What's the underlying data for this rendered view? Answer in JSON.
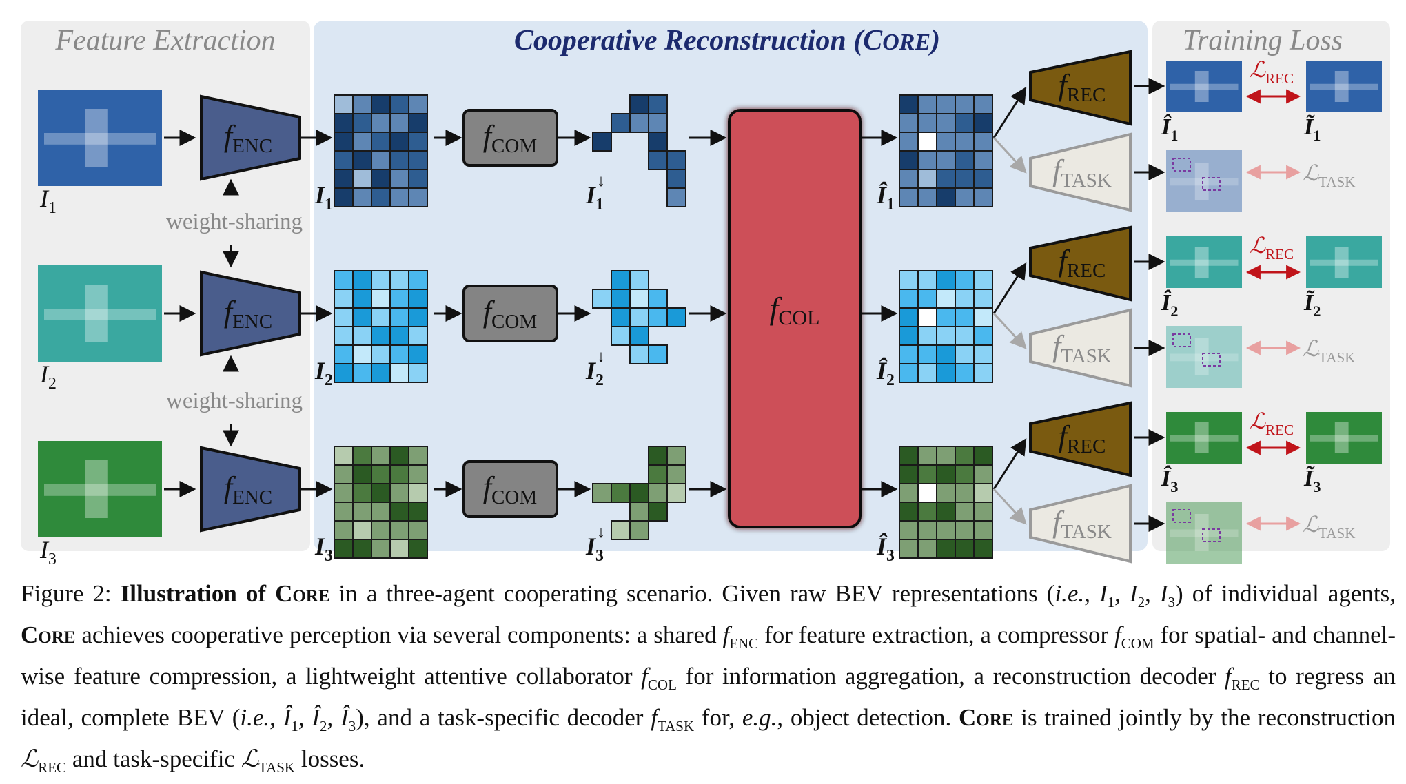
{
  "diagram": {
    "sections": {
      "feature_extraction": "Feature Extraction",
      "core": "Cooperative Reconstruction (CORE)",
      "training_loss": "Training Loss"
    },
    "weight_sharing": "weight-sharing",
    "modules": {
      "enc": "f_ENC",
      "com": "f_COM",
      "col": "f_COL",
      "rec": "f_REC",
      "task": "f_TASK"
    },
    "losses": {
      "rec": "L_REC",
      "task": "L_TASK"
    },
    "agents": [
      {
        "id": 1,
        "input": "I1",
        "feature": "I1",
        "compressed": "I1↓",
        "recon": "Î1",
        "target": "Ĩ1"
      },
      {
        "id": 2,
        "input": "I2",
        "feature": "I2",
        "compressed": "I2↓",
        "recon": "Î2",
        "target": "Ĩ2"
      },
      {
        "id": 3,
        "input": "I3",
        "feature": "I3",
        "compressed": "I3↓",
        "recon": "Î3",
        "target": "Ĩ3"
      }
    ],
    "colors": {
      "enc": "#4a5d8c",
      "com": "#848484",
      "col": "#cd5058",
      "rec": "#7a5a10",
      "task": "#ebe9e2",
      "core_bg": "#dce7f3",
      "side_bg": "#eeeeee",
      "loss_rec": "#c0141a",
      "loss_task": "#e8a0a0",
      "agent1": [
        "#173d6b",
        "#2e5d91",
        "#5e86b4",
        "#9fbcd9"
      ],
      "agent2": [
        "#1a9ad8",
        "#4ab8ee",
        "#8ad2f5",
        "#c3e9fa"
      ],
      "agent3": [
        "#2b5a23",
        "#4b7a3f",
        "#7e9f74",
        "#b6cbae"
      ]
    }
  },
  "caption": {
    "figure_label": "Figure 2:",
    "bold_lead": "Illustration of",
    "name": "Core",
    "t1": " in a three-agent cooperating scenario.  Given raw BEV representations (",
    "ie": "i.e.",
    "t2": ", ",
    "t3": ") of individual agents, ",
    "t4": " achieves cooperative perception via several components: a shared ",
    "t5": " for feature extraction, a compressor ",
    "t6": " for spatial- and channel-wise feature compression, a lightweight attentive collaborator ",
    "t7": " for information aggregation, a reconstruction decoder ",
    "t8": " to regress an ideal, complete BEV (",
    "t9": "), and a task-specific decoder ",
    "t10": " for, ",
    "eg": "e.g.",
    "t11": ", object detection. ",
    "t12": " is trained jointly by the reconstruction ",
    "t13": " and task-specific ",
    "t14": " losses."
  }
}
